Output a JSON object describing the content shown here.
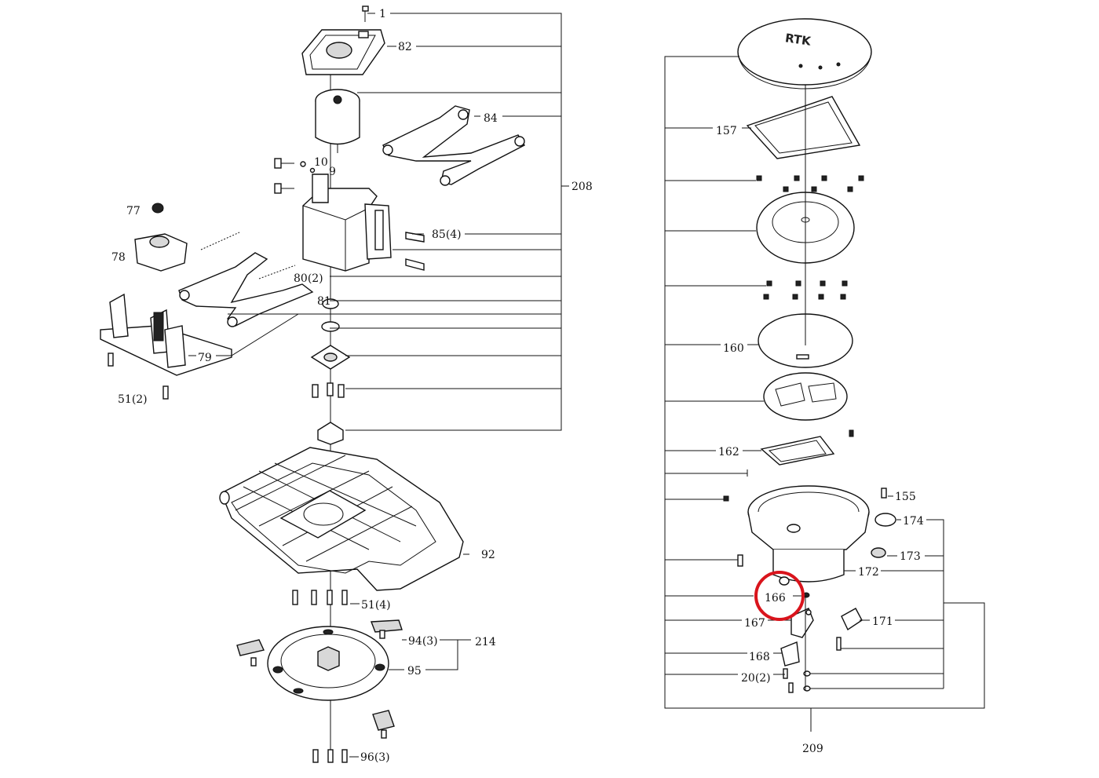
{
  "brand_text": "RTK",
  "highlight_color": "#d9141c",
  "highlighted_label": "166",
  "labels": {
    "l1": "1",
    "l82": "82",
    "l84": "84",
    "l10": "10",
    "l9": "9",
    "l208": "208",
    "l77": "77",
    "l78": "78",
    "l85": "85(4)",
    "l80": "80(2)",
    "l81": "81",
    "l79": "79",
    "l51a": "51(2)",
    "l92": "92",
    "l51b": "51(4)",
    "l94": "94(3)",
    "l214": "214",
    "l95": "95",
    "l96": "96(3)",
    "l157": "157",
    "l160": "160",
    "l162": "162",
    "l155": "155",
    "l174": "174",
    "l173": "173",
    "l172": "172",
    "l166": "166",
    "l167": "167",
    "l171": "171",
    "l168": "168",
    "l20": "20(2)",
    "l209": "209"
  }
}
